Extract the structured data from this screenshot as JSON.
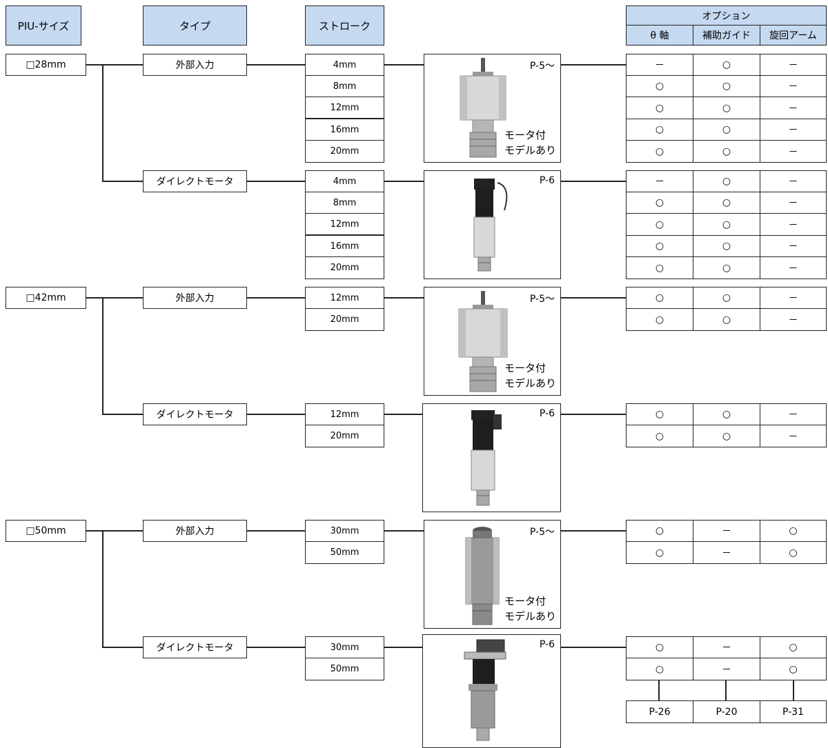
{
  "headers": {
    "size": "PIU-サイズ",
    "type": "タイプ",
    "stroke": "ストローク",
    "options": "オプション",
    "opt_theta": "θ 軸",
    "opt_guide": "補助ガイド",
    "opt_arm": "旋回アーム"
  },
  "sizes": [
    "□28mm",
    "□42mm",
    "□50mm"
  ],
  "types": {
    "external": "外部入力",
    "direct": "ダイレクトモータ"
  },
  "groups": [
    {
      "strokes": [
        "4mm",
        "8mm",
        "12mm",
        "16mm",
        "20mm"
      ],
      "page_ref": "P-5～",
      "note_line1": "モータ付",
      "note_line2": "モデルあり",
      "options": [
        [
          "－",
          "○",
          "－"
        ],
        [
          "○",
          "○",
          "－"
        ],
        [
          "○",
          "○",
          "－"
        ],
        [
          "○",
          "○",
          "－"
        ],
        [
          "○",
          "○",
          "－"
        ]
      ]
    },
    {
      "strokes": [
        "4mm",
        "8mm",
        "12mm",
        "16mm",
        "20mm"
      ],
      "page_ref": "P-6",
      "options": [
        [
          "－",
          "○",
          "－"
        ],
        [
          "○",
          "○",
          "－"
        ],
        [
          "○",
          "○",
          "－"
        ],
        [
          "○",
          "○",
          "－"
        ],
        [
          "○",
          "○",
          "－"
        ]
      ]
    },
    {
      "strokes": [
        "12mm",
        "20mm"
      ],
      "page_ref": "P-5～",
      "note_line1": "モータ付",
      "note_line2": "モデルあり",
      "options": [
        [
          "○",
          "○",
          "－"
        ],
        [
          "○",
          "○",
          "－"
        ]
      ]
    },
    {
      "strokes": [
        "12mm",
        "20mm"
      ],
      "page_ref": "P-6",
      "options": [
        [
          "○",
          "○",
          "－"
        ],
        [
          "○",
          "○",
          "－"
        ]
      ]
    },
    {
      "strokes": [
        "30mm",
        "50mm"
      ],
      "page_ref": "P-5～",
      "note_line1": "モータ付",
      "note_line2": "モデルあり",
      "options": [
        [
          "○",
          "－",
          "○"
        ],
        [
          "○",
          "－",
          "○"
        ]
      ]
    },
    {
      "strokes": [
        "30mm",
        "50mm"
      ],
      "page_ref": "P-6",
      "options": [
        [
          "○",
          "－",
          "○"
        ],
        [
          "○",
          "－",
          "○"
        ]
      ]
    }
  ],
  "option_pages": [
    "P-26",
    "P-20",
    "P-31"
  ]
}
